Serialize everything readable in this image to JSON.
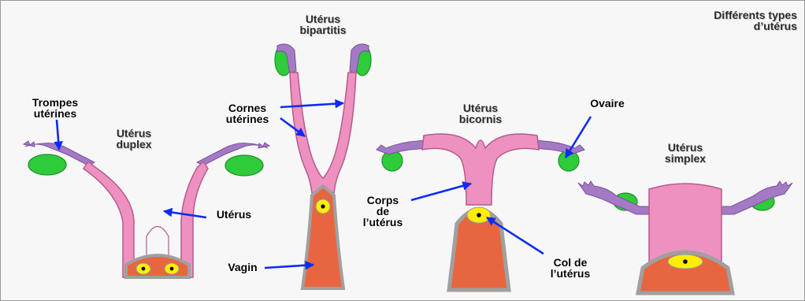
{
  "diagram": {
    "title_line1": "Différents types",
    "title_line2": "d’utérus",
    "types": {
      "duplex": {
        "line1": "Utérus",
        "line2": "duplex"
      },
      "bipartitis": {
        "line1": "Utérus",
        "line2": "bipartitis"
      },
      "bicornis": {
        "line1": "Utérus",
        "line2": "bicornis"
      },
      "simplex": {
        "line1": "Utérus",
        "line2": "simplex"
      }
    },
    "labels": {
      "trompes_line1": "Trompes",
      "trompes_line2": "utérines",
      "cornes_line1": "Cornes",
      "cornes_line2": "utérines",
      "uterus": "Utérus",
      "vagin": "Vagin",
      "ovaire": "Ovaire",
      "corps_line1": "Corps",
      "corps_line2": "de",
      "corps_line3": "l’utérus",
      "col_line1": "Col de",
      "col_line2": "l’utérus"
    },
    "colors": {
      "background": "#f7f7f7",
      "uterus_pink": "#ee91c0",
      "pink_outline": "#b65a8c",
      "tube_purple": "#a57ac5",
      "ovary_green": "#2ecc3a",
      "vagina_orange": "#e8663f",
      "cervix_gray": "#a0a0a0",
      "cervix_yellow": "#ffee00",
      "arrow_blue": "#0d2cf0"
    }
  }
}
